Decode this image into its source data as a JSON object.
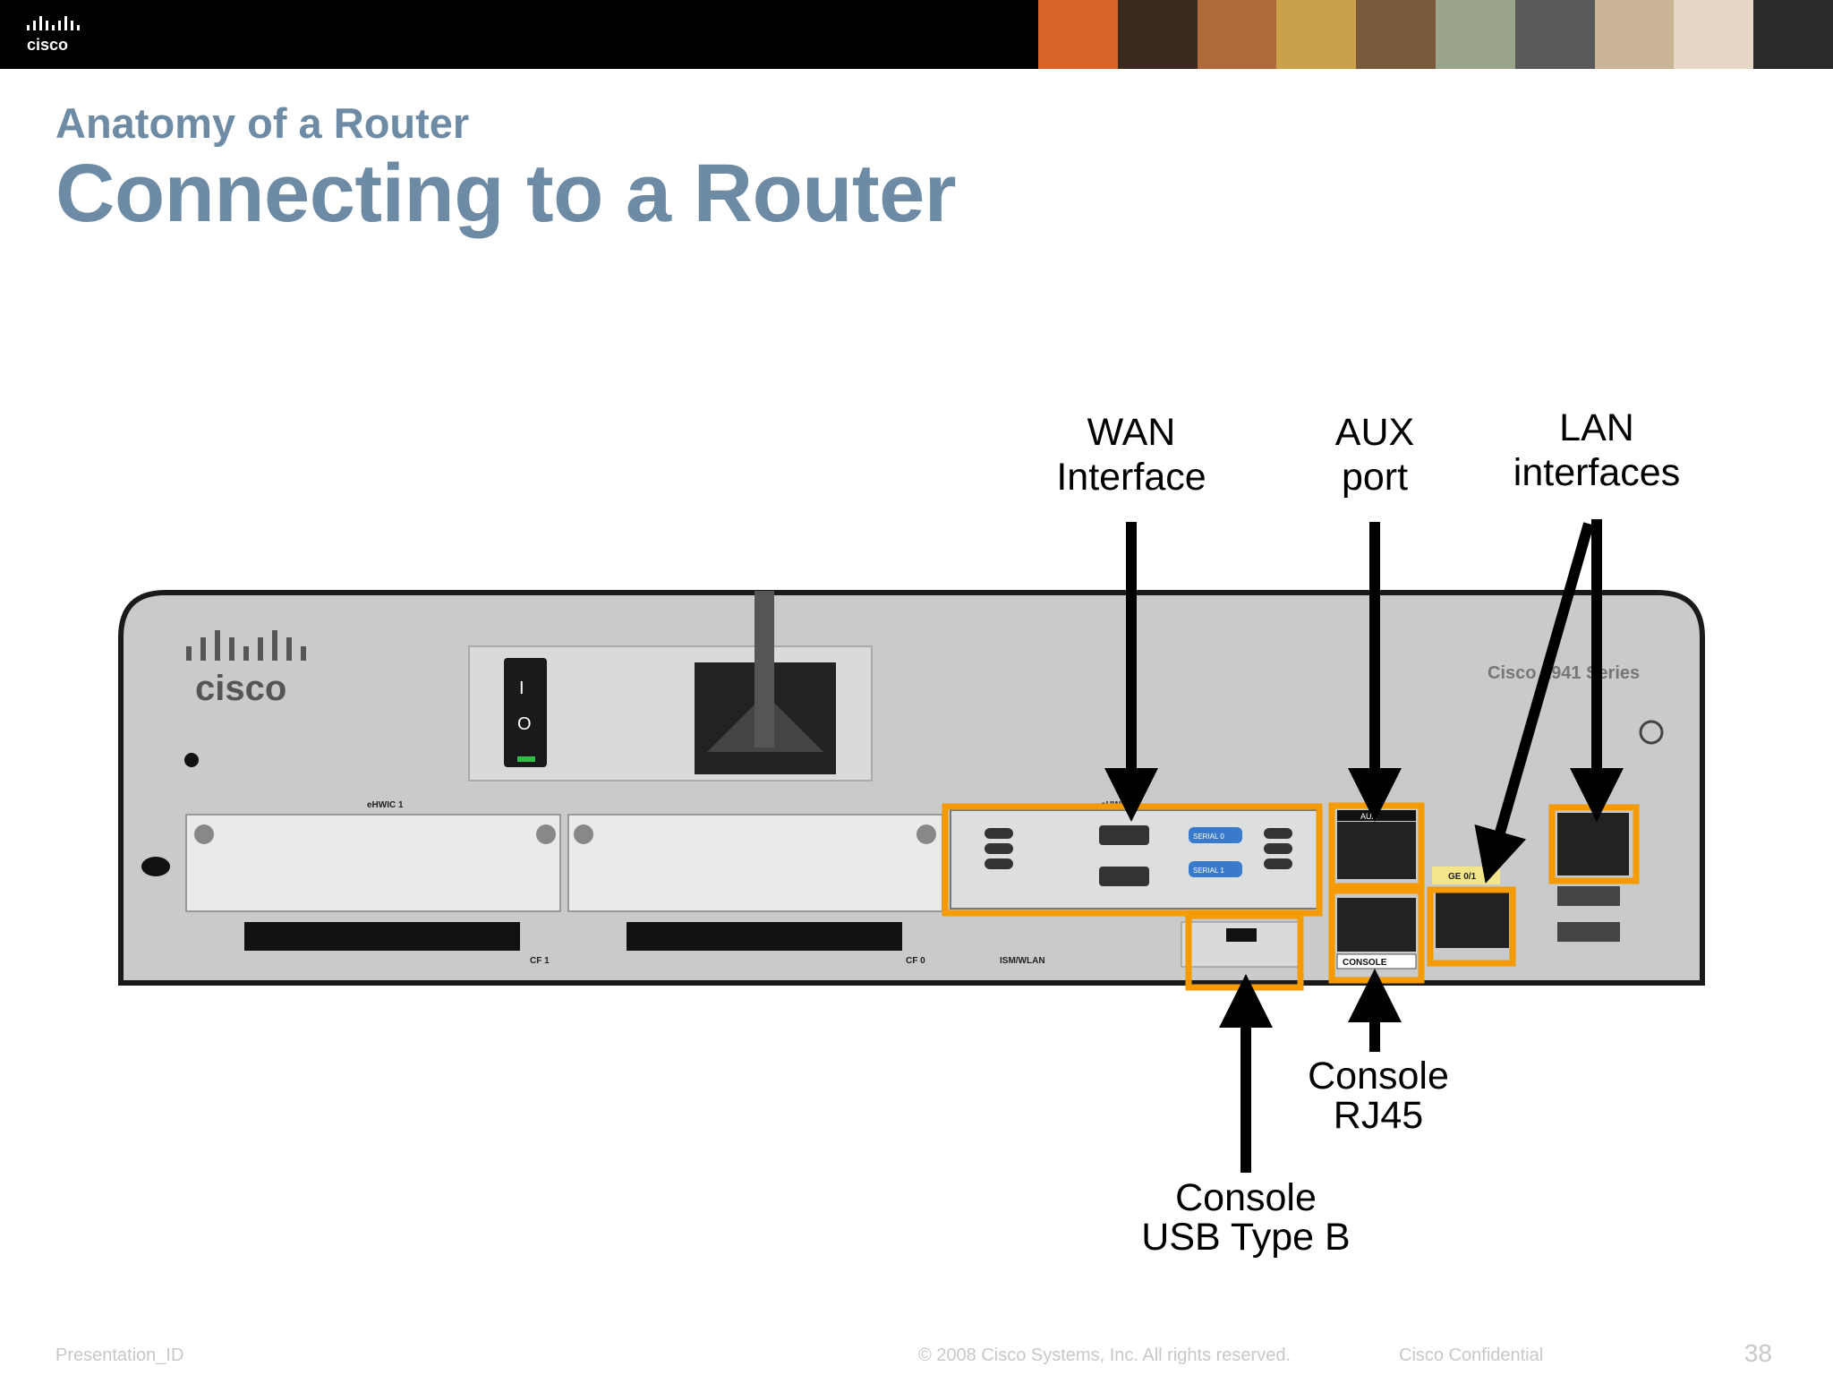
{
  "header": {
    "logo_text": "cisco",
    "photo_colors": [
      "#d9642a",
      "#3a2a20",
      "#b06a3a",
      "#caa14a",
      "#7a5a3a",
      "#9aa48a",
      "#5a5a5a",
      "#c9b496",
      "#e6d6c6",
      "#2a2a2a"
    ]
  },
  "slide": {
    "subtitle": "Anatomy of a Router",
    "title": "Connecting to a Router"
  },
  "device": {
    "brand": "cisco",
    "model": "Cisco 1941 Series",
    "labels": {
      "ehwic1": "eHWIC 1",
      "ehwic0": "eHWIC 0",
      "cf1": "CF 1",
      "cf0": "CF 0",
      "ism": "ISM/WLAN",
      "aux": "AUX",
      "console": "CONSOLE",
      "ge": "GE 0/1",
      "serial0": "SERIAL 0",
      "serial1": "SERIAL 1",
      "switch_on": "I",
      "switch_off": "O"
    }
  },
  "callouts": {
    "wan": "WAN\nInterface",
    "aux": "AUX\nport",
    "lan": "LAN\ninterfaces",
    "console_rj45": "Console\nRJ45",
    "console_usb": "Console\nUSB Type B"
  },
  "colors": {
    "highlight": "#f59a00",
    "title": "#6e8ba6",
    "chassis": "#c8cacc"
  },
  "footer": {
    "presentation_id": "Presentation_ID",
    "copyright": "© 2008 Cisco Systems, Inc. All rights reserved.",
    "confidential": "Cisco Confidential",
    "page": "38"
  }
}
